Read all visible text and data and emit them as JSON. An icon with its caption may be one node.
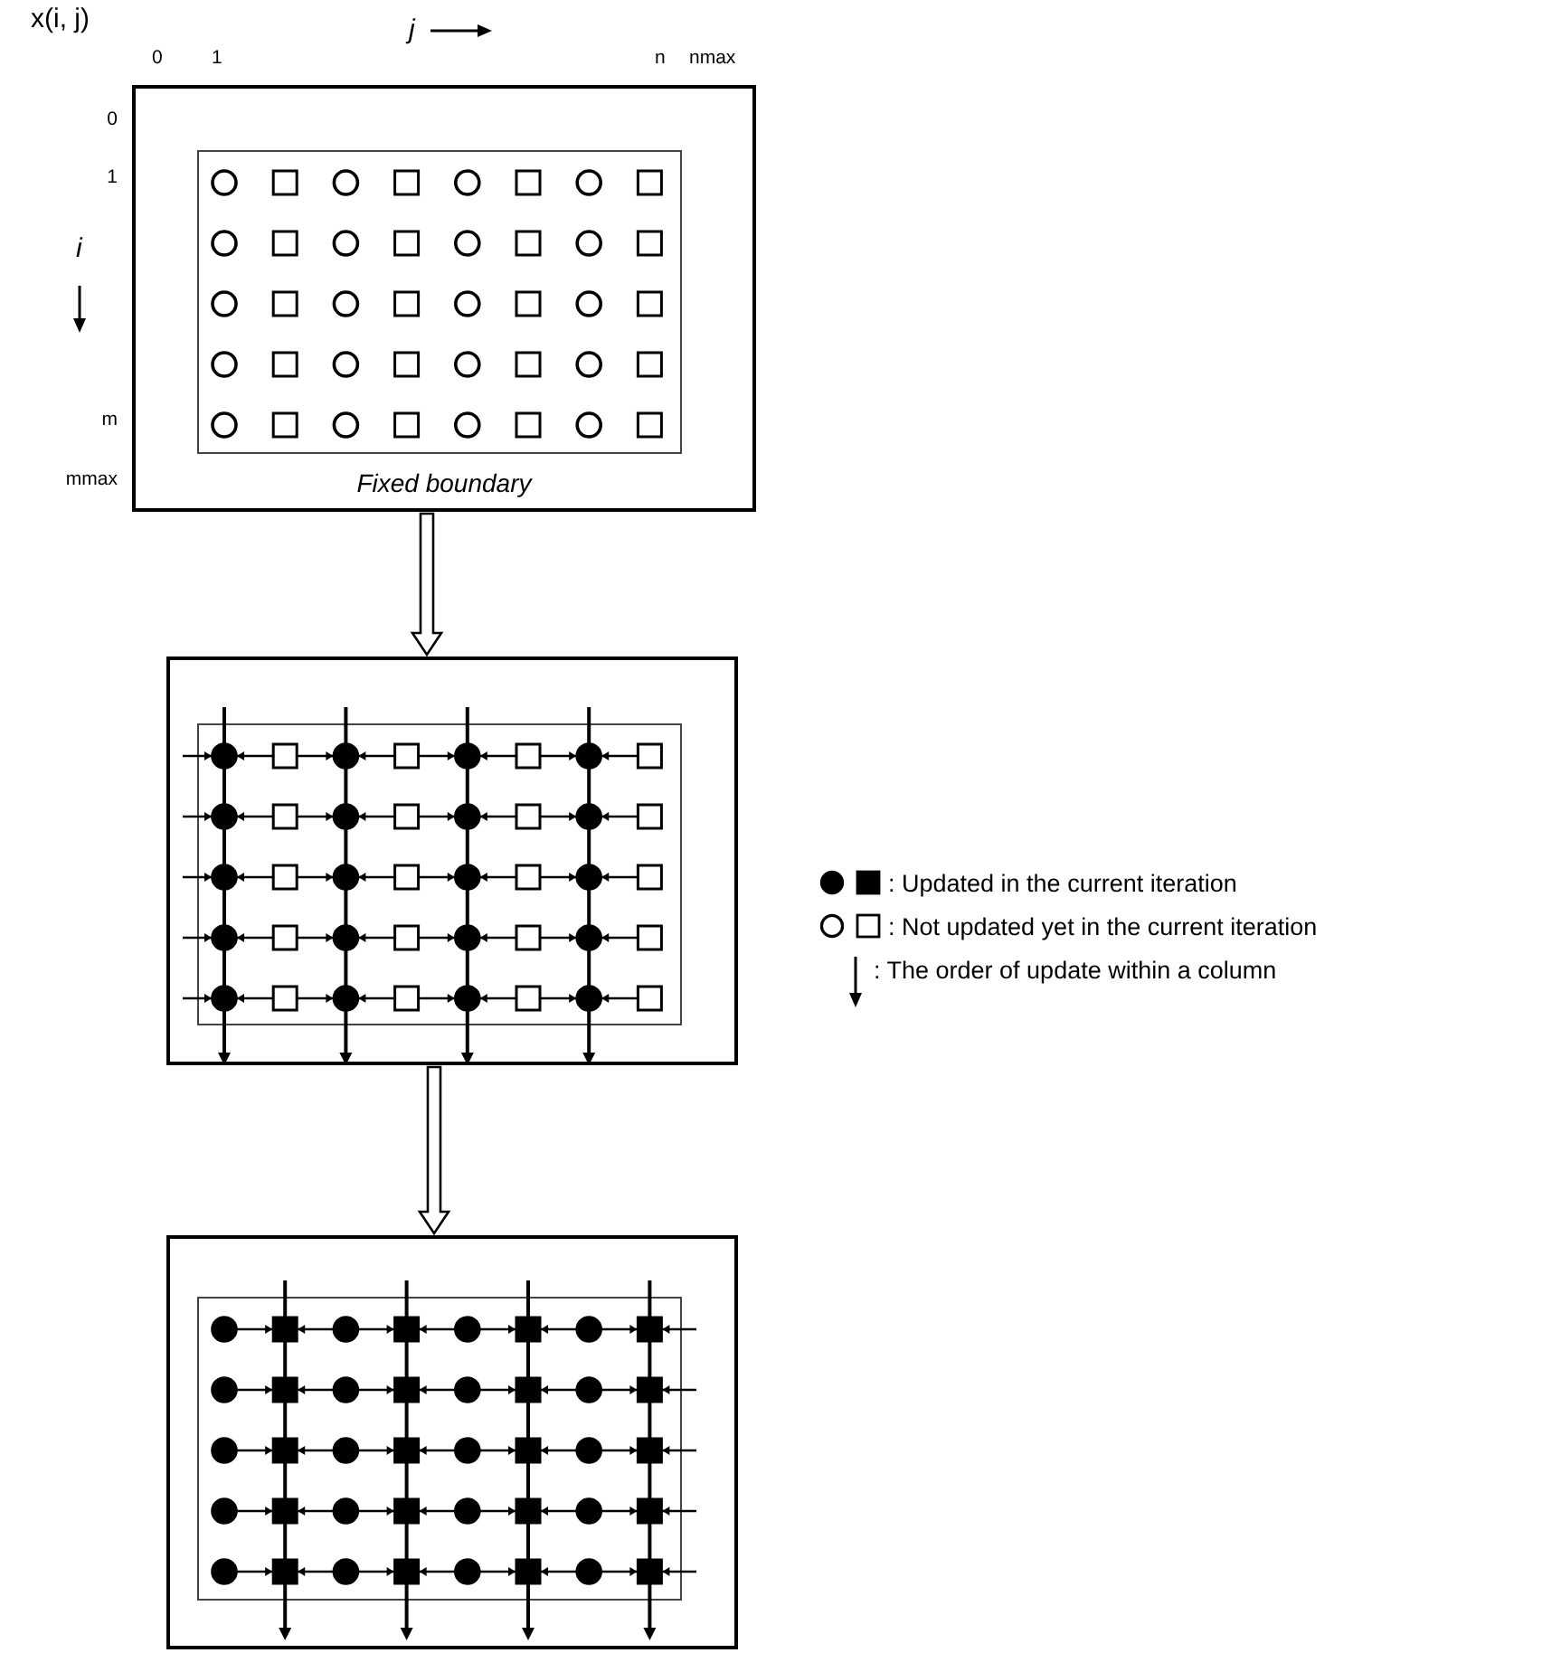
{
  "diagram": {
    "nodes": [
      {
        "text": [
          "Fixed boundary"
        ]
      },
      {
        "text": [],
        "shape": "box",
        "in": 0
      },
      {
        "text": [],
        "shape": "box"
      },
      {
        "text": [],
        "shape": "box",
        "in": 2
      },
      {
        "text": [],
        "shape": "box"
      },
      {
        "text": [],
        "shape": "box",
        "in": 4
      }
    ],
    "edges": [
      {
        "from": 0,
        "to": 2,
        "arrow": "to"
      },
      {
        "from": 2,
        "to": 4,
        "arrow": "to"
      }
    ],
    "labels": [
      "x(i, j)",
      "j",
      "0",
      "1",
      "n",
      "nmax",
      "0",
      "1",
      "i",
      "m",
      "mmax"
    ],
    "legend": [
      {
        "text": ": Updated in the current iteration"
      },
      {
        "text": ": Not updated yet in the current iteration"
      },
      {
        "text": ": The order of update within a column"
      }
    ]
  }
}
